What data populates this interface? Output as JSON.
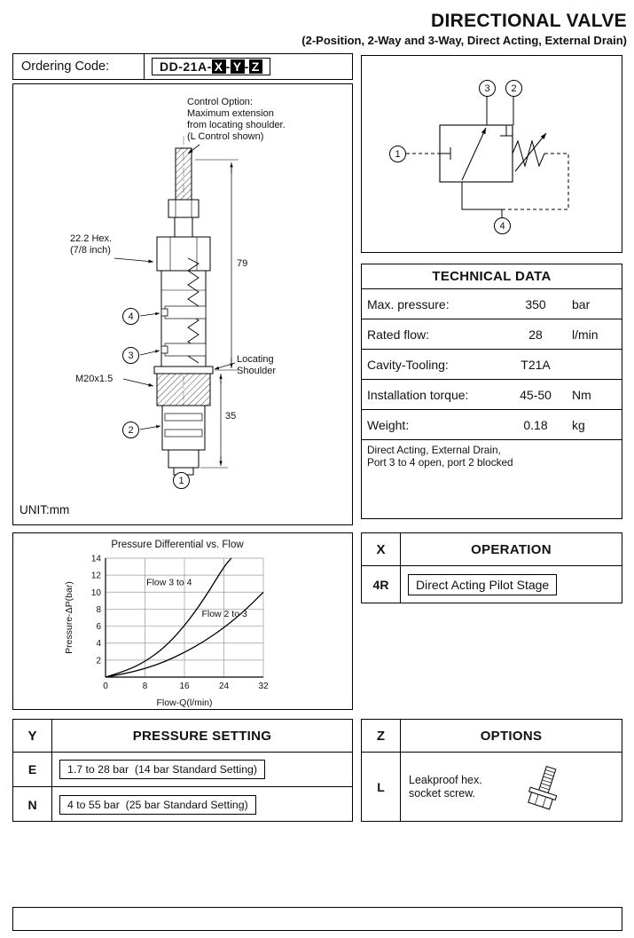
{
  "header": {
    "title": "DIRECTIONAL VALVE",
    "subtitle": "(2-Position, 2-Way and 3-Way, Direct Acting, External Drain)"
  },
  "ordering": {
    "label": "Ordering Code:",
    "prefix": "DD-21A-",
    "dash": "-",
    "x": "X",
    "y": "Y",
    "z": "Z"
  },
  "drawing": {
    "control_note": "Control Option:\nMaximum extension\nfrom locating shoulder.\n(L Control shown)",
    "hex_note": "22.2 Hex.\n(7/8 inch)",
    "thread_label": "M20x1.5",
    "dim_height": "79",
    "dim_lower": "35",
    "shoulder_label": "Locating\nShoulder",
    "unit_label": "UNIT:mm",
    "port1": "1",
    "port2": "2",
    "port3": "3",
    "port4": "4"
  },
  "schematic": {
    "port1": "1",
    "port2": "2",
    "port3": "3",
    "port4": "4"
  },
  "technical_data": {
    "title": "TECHNICAL DATA",
    "rows": [
      {
        "label": "Max. pressure:",
        "value": "350",
        "unit": "bar"
      },
      {
        "label": "Rated flow:",
        "value": "28",
        "unit": "l/min"
      },
      {
        "label": "Cavity-Tooling:",
        "value": "T21A",
        "unit": ""
      },
      {
        "label": "Installation torque:",
        "value": "45-50",
        "unit": "Nm"
      },
      {
        "label": "Weight:",
        "value": "0.18",
        "unit": "kg"
      }
    ],
    "note": "Direct Acting, External Drain,\nPort 3 to 4 open, port 2 blocked"
  },
  "chart_data": {
    "type": "line",
    "title": "Pressure Differential vs. Flow",
    "xlabel": "Flow-Q(l/min)",
    "ylabel": "Pressure-ΔP(bar)",
    "xlim": [
      0,
      32
    ],
    "ylim": [
      0,
      14
    ],
    "xticks": [
      0,
      8,
      16,
      24,
      32
    ],
    "yticks": [
      0,
      2,
      4,
      6,
      8,
      10,
      12,
      14
    ],
    "grid": true,
    "legend_position": "inline-labels",
    "series": [
      {
        "name": "Flow 3 to 4",
        "x": [
          0,
          4,
          8,
          12,
          16,
          20,
          24,
          25.5
        ],
        "y": [
          0,
          0.7,
          1.8,
          3.5,
          6,
          9.2,
          13,
          14
        ],
        "label_x": 8.3,
        "label_y": 10.8
      },
      {
        "name": "Flow 2 to 3",
        "x": [
          0,
          4,
          8,
          12,
          16,
          20,
          24,
          28,
          32
        ],
        "y": [
          0,
          0.4,
          1,
          1.8,
          2.9,
          4.2,
          5.8,
          7.7,
          10
        ],
        "label_x": 19.5,
        "label_y": 7.1
      }
    ]
  },
  "operation": {
    "code": "X",
    "title": "OPERATION",
    "rows": [
      {
        "code": "4R",
        "desc": "Direct Acting Pilot Stage"
      }
    ]
  },
  "pressure_setting": {
    "code": "Y",
    "title": "PRESSURE SETTING",
    "rows": [
      {
        "code": "E",
        "desc": "1.7 to 28 bar  (14 bar Standard Setting)"
      },
      {
        "code": "N",
        "desc": "4 to 55 bar  (25 bar Standard Setting)"
      }
    ]
  },
  "options": {
    "code": "Z",
    "title": "OPTIONS",
    "rows": [
      {
        "code": "L",
        "desc": "Leakproof hex.\nsocket screw."
      }
    ]
  }
}
